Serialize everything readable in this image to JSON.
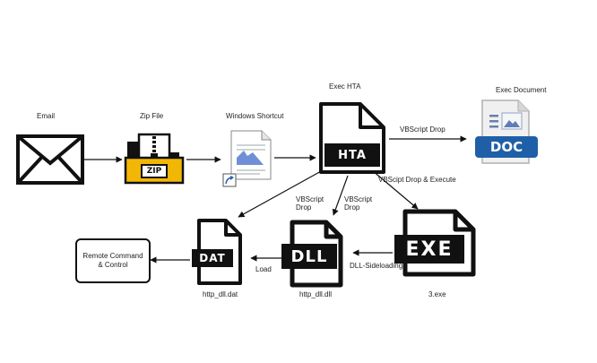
{
  "nodes": {
    "email": {
      "label": "Email",
      "icon": "envelope-icon"
    },
    "zip": {
      "label": "Zip File",
      "icon": "zip-folder-icon",
      "badge": "ZIP"
    },
    "shortcut": {
      "label": "Windows Shortcut",
      "icon": "shortcut-document-icon"
    },
    "hta": {
      "label": "Exec HTA",
      "icon": "hta-file-icon",
      "badge": "HTA"
    },
    "doc": {
      "label": "Exec Document",
      "icon": "doc-file-icon",
      "badge": "DOC"
    },
    "exe": {
      "label": "3.exe",
      "icon": "exe-file-icon",
      "badge": "EXE"
    },
    "dll": {
      "label": "http_dll.dll",
      "icon": "dll-file-icon",
      "badge": "DLL"
    },
    "dat": {
      "label": "http_dll.dat",
      "icon": "dat-file-icon",
      "badge": "DAT"
    },
    "remote": {
      "label": "Remote Command & Control"
    }
  },
  "edges": {
    "hta_doc": "VBScript Drop",
    "hta_exe": "VBScipt Drop & Execute",
    "hta_dat_1": "VBScript",
    "hta_dat_2": "Drop",
    "hta_dll_1": "VBScript",
    "hta_dll_2": "Drop",
    "exe_dll": "DLL-Sideloading",
    "dll_dat": "Load"
  },
  "colors": {
    "ink": "#111111",
    "zip_yellow": "#f2b705",
    "doc_blue": "#1f5fa8",
    "shortcut_blue": "#6f8fd6"
  }
}
